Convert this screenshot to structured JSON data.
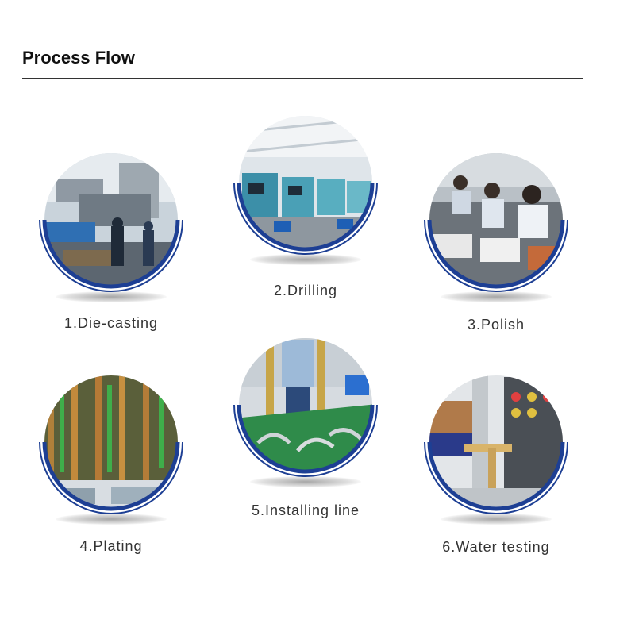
{
  "page": {
    "title": "Process Flow",
    "accent_color": "#1d3f94"
  },
  "steps": [
    {
      "label": "1.Die-casting",
      "scene": "die-casting-factory-photo"
    },
    {
      "label": "2.Drilling",
      "scene": "cnc-drilling-machines-photo"
    },
    {
      "label": "3.Polish",
      "scene": "workers-polishing-photo"
    },
    {
      "label": "4.Plating",
      "scene": "plating-line-photo"
    },
    {
      "label": "5.Installing line",
      "scene": "faucet-assembly-line-photo"
    },
    {
      "label": "6.Water testing",
      "scene": "water-testing-equipment-photo"
    }
  ]
}
